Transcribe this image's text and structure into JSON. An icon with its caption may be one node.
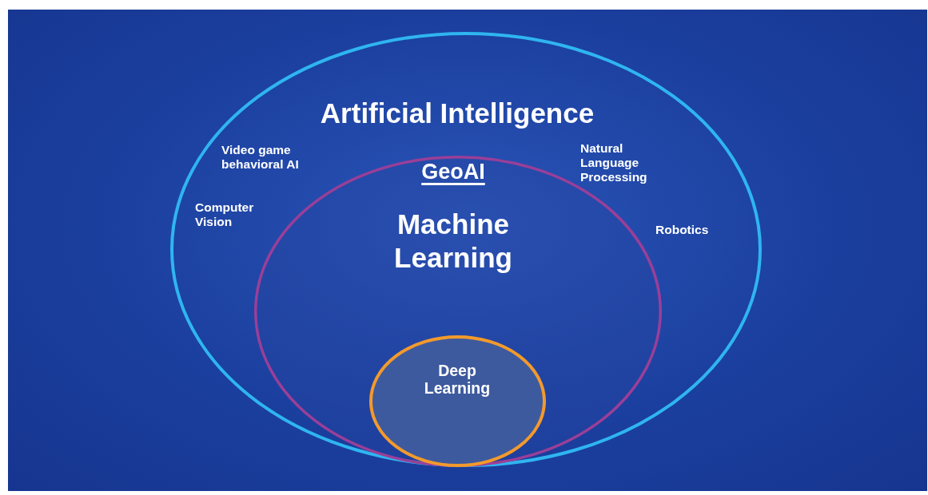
{
  "diagram": {
    "nodes": [
      {
        "text": [
          "Artificial Intelligence",
          "Video game behavioral AI",
          "Computer Vision",
          "Natural Language Processing",
          "Robotics"
        ]
      },
      {
        "text": [
          "GeoAI",
          "Machine Learning"
        ],
        "in": 0
      },
      {
        "text": [
          "Deep Learning"
        ],
        "in": 1
      }
    ]
  }
}
